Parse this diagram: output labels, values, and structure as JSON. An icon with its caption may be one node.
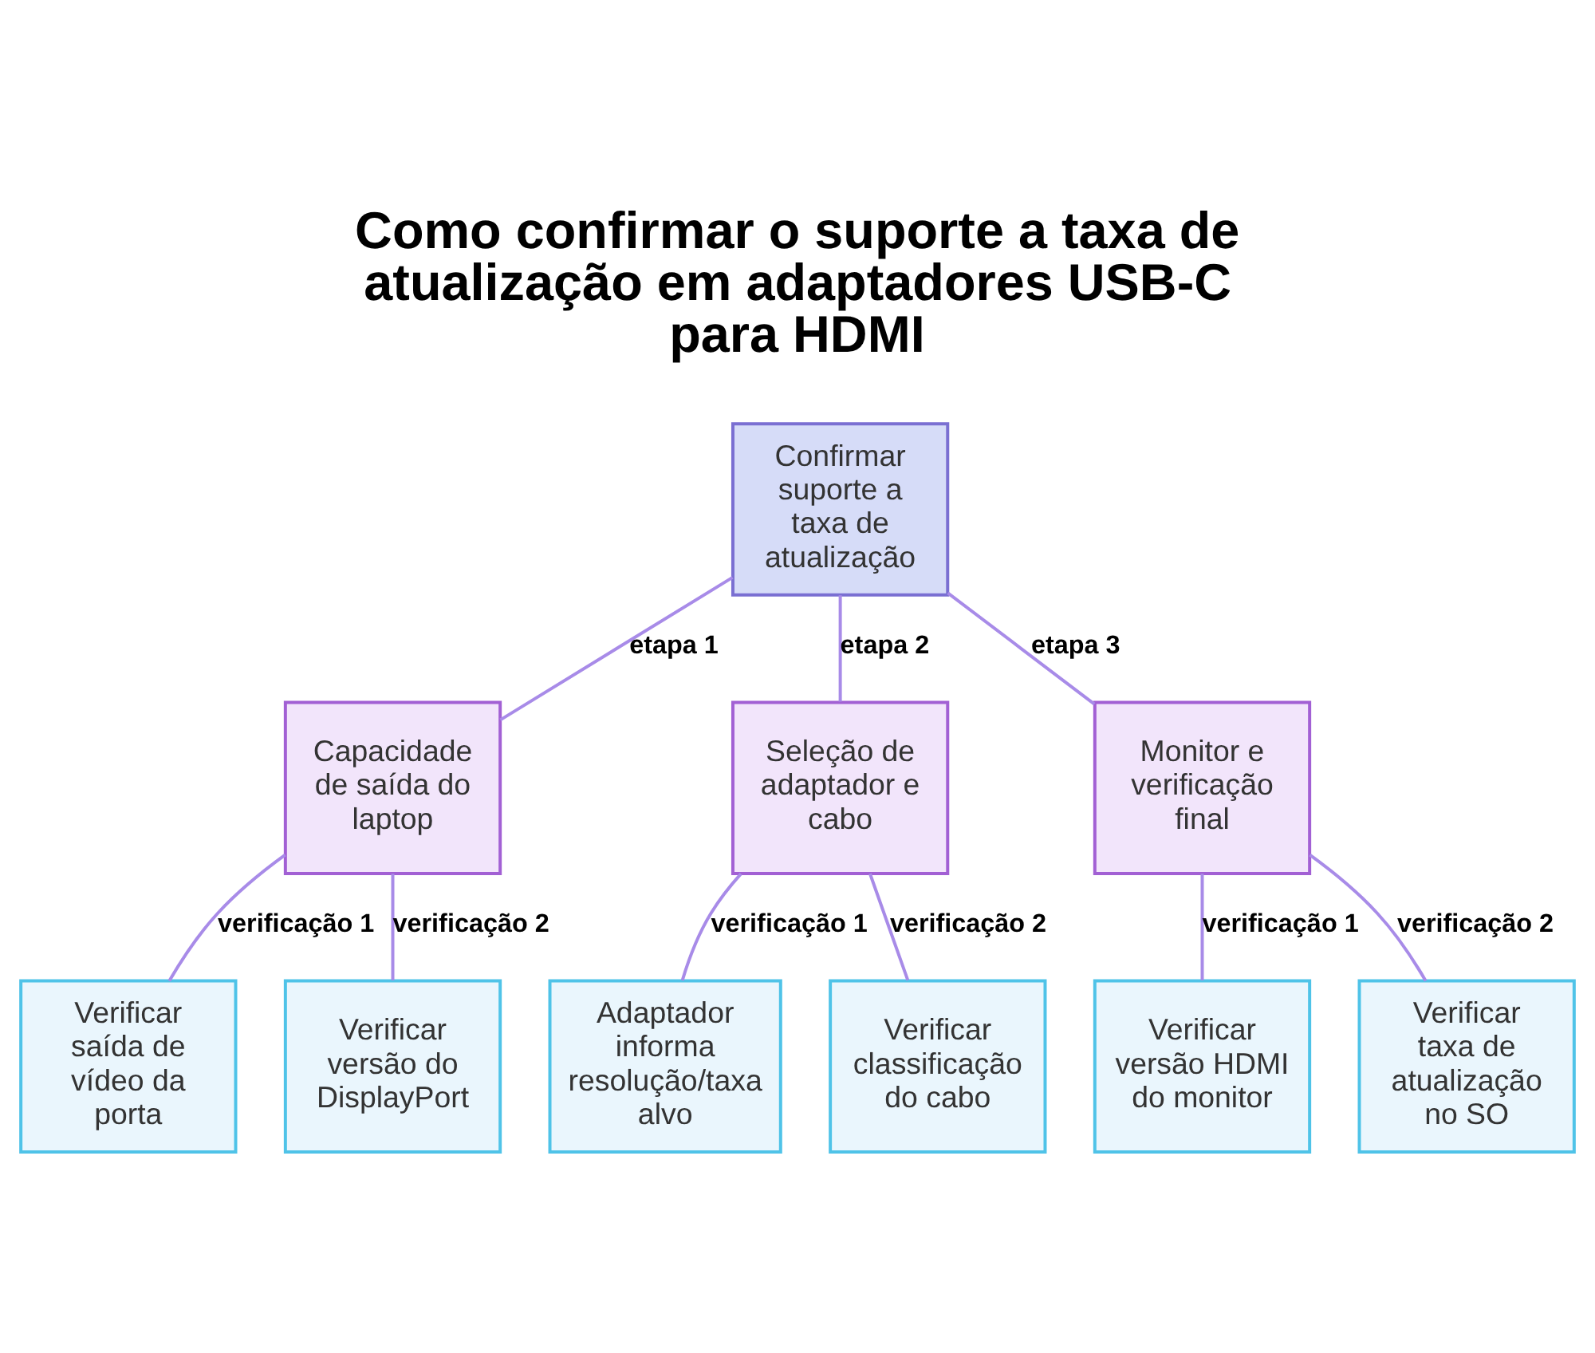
{
  "diagram": {
    "title": "Como confirmar o suporte a taxa de atualização em adaptadores USB-C para HDMI",
    "nodes": [
      {
        "text": [
          "Confirmar suporte a taxa de atualização"
        ]
      },
      {
        "text": [
          "Capacidade de saída do laptop"
        ]
      },
      {
        "text": [
          "Seleção de adaptador e cabo"
        ]
      },
      {
        "text": [
          "Monitor e verificação final"
        ]
      },
      {
        "text": [
          "Verificar saída de vídeo da porta"
        ]
      },
      {
        "text": [
          "Verificar versão do DisplayPort"
        ]
      },
      {
        "text": [
          "Adaptador informa resolução/taxa alvo"
        ]
      },
      {
        "text": [
          "Verificar classificação do cabo"
        ]
      },
      {
        "text": [
          "Verificar versão HDMI do monitor"
        ]
      },
      {
        "text": [
          "Verificar taxa de atualização no SO"
        ]
      }
    ],
    "edges": [
      {
        "from": 0,
        "to": 1,
        "arrow": "none",
        "label": "etapa 1"
      },
      {
        "from": 0,
        "to": 2,
        "arrow": "none",
        "label": "etapa 2"
      },
      {
        "from": 0,
        "to": 3,
        "arrow": "none",
        "label": "etapa 3"
      },
      {
        "from": 1,
        "to": 4,
        "arrow": "none",
        "label": "verificação 1"
      },
      {
        "from": 1,
        "to": 5,
        "arrow": "none",
        "label": "verificação 2"
      },
      {
        "from": 2,
        "to": 6,
        "arrow": "none",
        "label": "verificação 1"
      },
      {
        "from": 2,
        "to": 7,
        "arrow": "none",
        "label": "verificação 2"
      },
      {
        "from": 3,
        "to": 8,
        "arrow": "none",
        "label": "verificação 1"
      },
      {
        "from": 3,
        "to": 9,
        "arrow": "none",
        "label": "verificação 2"
      }
    ]
  }
}
